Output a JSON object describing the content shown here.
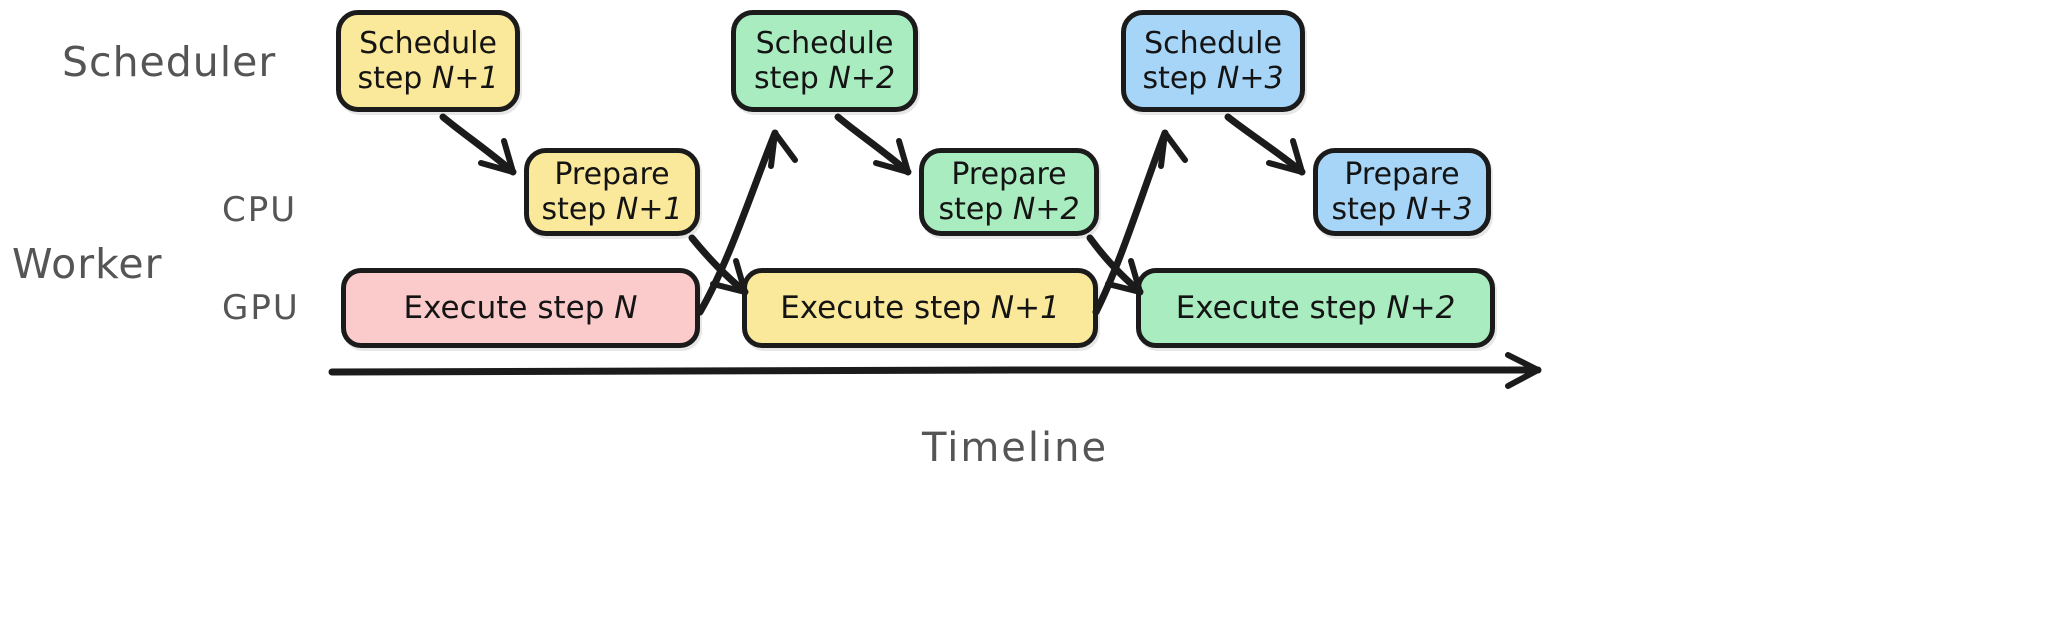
{
  "diagram": {
    "title": "Scheduler / Worker pipelined execution timeline",
    "colors": {
      "yellow": "#fbe99b",
      "green": "#a9ecbf",
      "blue": "#a6d5f7",
      "pink": "#fbcbcb",
      "stroke": "#1b1b1b",
      "label": "#555555",
      "background": "#ffffff"
    },
    "row_labels": [
      {
        "id": "scheduler",
        "text": "Scheduler"
      },
      {
        "id": "worker",
        "text": "Worker"
      }
    ],
    "lane_labels": [
      {
        "id": "cpu",
        "text": "CPU"
      },
      {
        "id": "gpu",
        "text": "GPU"
      }
    ],
    "axis": {
      "caption": "Timeline",
      "direction": "left-to-right"
    },
    "nodes": {
      "schedule": [
        {
          "id": "schedule-n1",
          "line1": "Schedule",
          "line2": "step ",
          "em": "N+1",
          "color": "yellow"
        },
        {
          "id": "schedule-n2",
          "line1": "Schedule",
          "line2": "step ",
          "em": "N+2",
          "color": "green"
        },
        {
          "id": "schedule-n3",
          "line1": "Schedule",
          "line2": "step ",
          "em": "N+3",
          "color": "blue"
        }
      ],
      "prepare": [
        {
          "id": "prepare-n1",
          "line1": "Prepare",
          "line2": "step ",
          "em": "N+1",
          "color": "yellow"
        },
        {
          "id": "prepare-n2",
          "line1": "Prepare",
          "line2": "step ",
          "em": "N+2",
          "color": "green"
        },
        {
          "id": "prepare-n3",
          "line1": "Prepare",
          "line2": "step ",
          "em": "N+3",
          "color": "blue"
        }
      ],
      "execute": [
        {
          "id": "execute-n",
          "text": "Execute step ",
          "em": "N",
          "color": "pink"
        },
        {
          "id": "execute-n1",
          "text": "Execute step ",
          "em": "N+1",
          "color": "yellow"
        },
        {
          "id": "execute-n2",
          "text": "Execute step ",
          "em": "N+2",
          "color": "green"
        }
      ]
    },
    "arrows": [
      {
        "id": "arrow-schedule-n1-to-prepare-n1",
        "from": "schedule-n1",
        "to": "prepare-n1"
      },
      {
        "id": "arrow-prepare-n1-to-execute-n1",
        "from": "prepare-n1",
        "to": "execute-n1"
      },
      {
        "id": "arrow-execute-n-to-schedule-n2",
        "from": "execute-n",
        "to": "schedule-n2"
      },
      {
        "id": "arrow-schedule-n2-to-prepare-n2",
        "from": "schedule-n2",
        "to": "prepare-n2"
      },
      {
        "id": "arrow-prepare-n2-to-execute-n2",
        "from": "prepare-n2",
        "to": "execute-n2"
      },
      {
        "id": "arrow-execute-n1-to-schedule-n3",
        "from": "execute-n1",
        "to": "schedule-n3"
      },
      {
        "id": "arrow-schedule-n3-to-prepare-n3",
        "from": "schedule-n3",
        "to": "prepare-n3"
      }
    ]
  }
}
